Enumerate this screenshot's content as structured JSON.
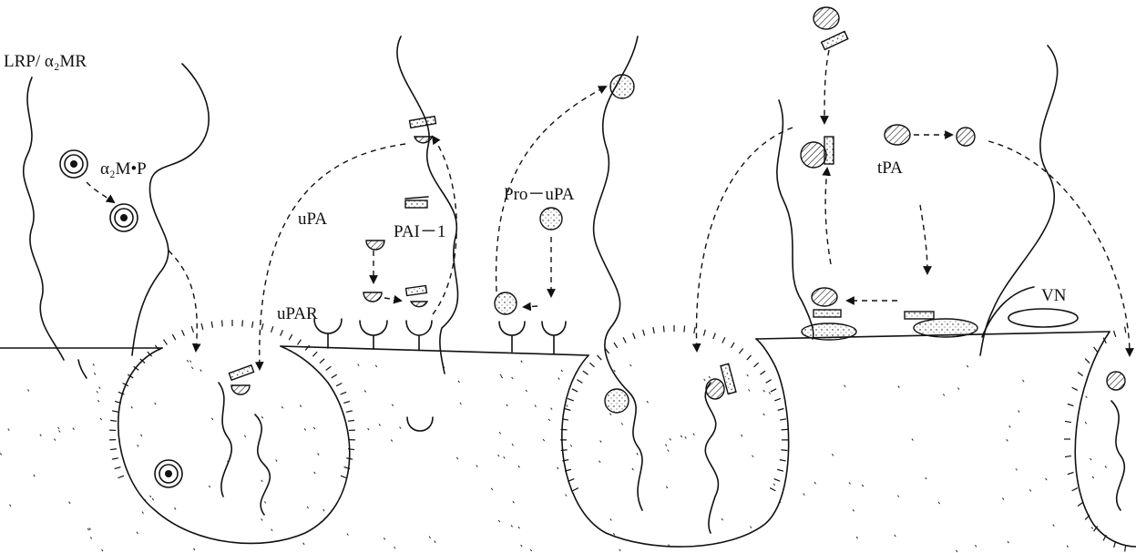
{
  "labels": {
    "lrp": "LRP/ α₂MR",
    "a2mp": "α₂M•P",
    "upa": "uPA",
    "pai1": "PAI－1",
    "proupa": "Pro－uPA",
    "upar": "uPAR",
    "tpa": "tPA",
    "vn": "VN"
  },
  "colors": {
    "ink": "#111111",
    "background": "#ffffff"
  }
}
